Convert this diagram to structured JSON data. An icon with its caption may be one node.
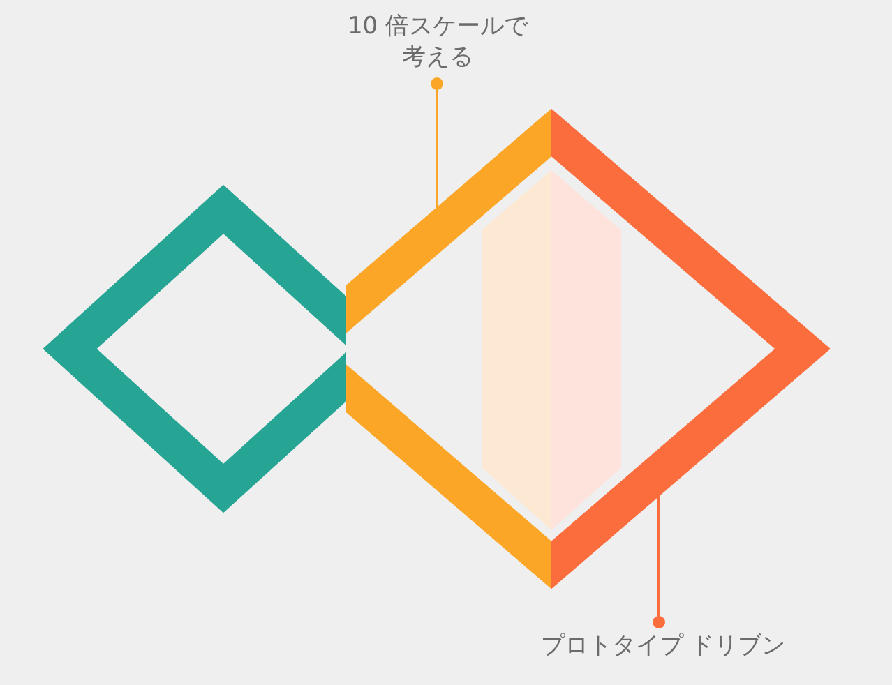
{
  "diagram": {
    "nodes": [
      {
        "text": [
          "10 倍スケールで考える"
        ]
      },
      {
        "text": [],
        "shape": "diamond"
      },
      {
        "text": [],
        "shape": "bar"
      },
      {
        "text": [],
        "shape": "bar"
      },
      {
        "text": [
          "プロトタイプ ドリブン"
        ]
      }
    ],
    "edges": [
      {
        "from": 0,
        "to": 2,
        "arrow": "other",
        "color": "#fba626"
      },
      {
        "from": 4,
        "to": 3,
        "arrow": "other",
        "color": "#fb6d3d"
      }
    ]
  }
}
